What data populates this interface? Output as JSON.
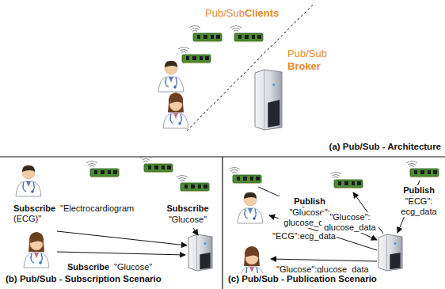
{
  "diagram": {
    "labels": [
      "Pub/Sub",
      "Clients",
      "Pub/Sub",
      "Broker",
      "(a) Pub/Sub - Architecture",
      "Subscribe",
      "\"Electrocardiogram (ECG)\"",
      "Subscribe",
      "\"Glucose\"",
      "Subscribe",
      "\"Glucose\"",
      "(b) Pub/Sub - Subscription Scenario",
      "Publish",
      "\"Glucose\": glucose_data",
      "\"Glucose\": glucose_data",
      "Publish",
      "\"ECG\": ecg_data",
      "\"ECG\":ecg_data",
      "\"Glucose\":glucose_data",
      "(c) Pub/Sub - Publication Scenario"
    ]
  }
}
